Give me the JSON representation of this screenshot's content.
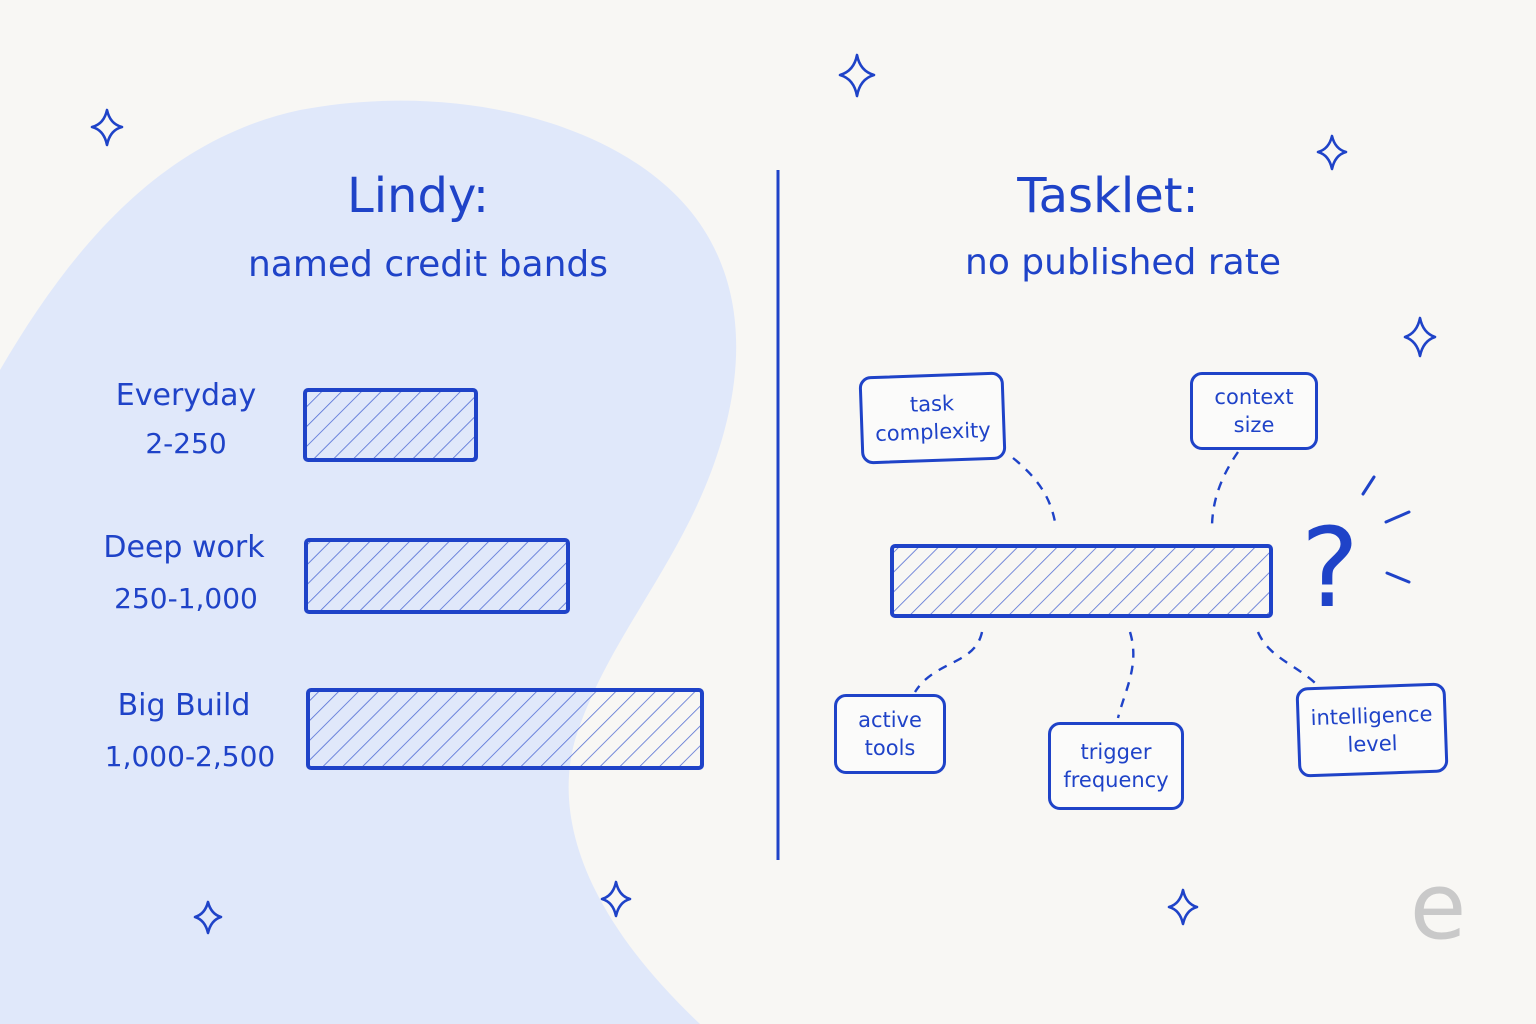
{
  "colors": {
    "ink": "#1f43c8",
    "background": "#f8f7f4",
    "blob": "#e0e8fa",
    "logo": "#c9c9c9"
  },
  "left": {
    "title": "Lindy:",
    "subtitle": "named credit bands",
    "bands": [
      {
        "name": "Everyday",
        "range": "2-250",
        "min": 2,
        "max": 250
      },
      {
        "name": "Deep work",
        "range": "250-1,000",
        "min": 250,
        "max": 1000
      },
      {
        "name": "Big Build",
        "range": "1,000-2,500",
        "min": 1000,
        "max": 2500
      }
    ]
  },
  "right": {
    "title": "Tasklet:",
    "subtitle": "no published rate",
    "question_mark": "?",
    "factors": [
      {
        "line1": "task",
        "line2": "complexity"
      },
      {
        "line1": "context",
        "line2": "size"
      },
      {
        "line1": "active",
        "line2": "tools"
      },
      {
        "line1": "trigger",
        "line2": "frequency"
      },
      {
        "line1": "intelligence",
        "line2": "level"
      }
    ]
  },
  "decorations": {
    "sparkle_icon": "four-point-star",
    "logo_letter": "e"
  }
}
